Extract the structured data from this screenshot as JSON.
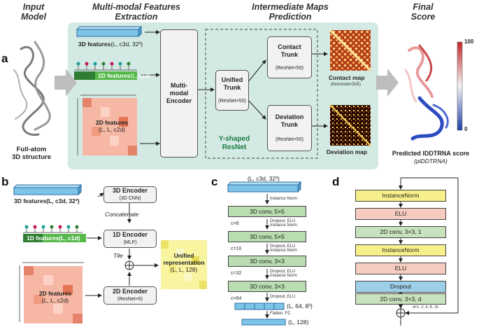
{
  "panels": {
    "a": "a",
    "b": "b",
    "c": "c",
    "d": "d"
  },
  "a": {
    "headers": {
      "input_model": [
        "Input",
        "Model"
      ],
      "features": [
        "Multi-modal Features",
        "Extraction"
      ],
      "maps": [
        "Intermediate Maps",
        "Prediction"
      ],
      "final": [
        "Final",
        "Score"
      ]
    },
    "input_caption": [
      "Full-atom",
      "3D structure"
    ],
    "feat3d": "3D features",
    "feat3d_dims": "(L, c3d, 32³)",
    "feat1d": "1D features",
    "feat1d_dims": "(L, c1d)",
    "feat2d": "2D features",
    "feat2d_dims": "(L, L, c2d)",
    "encoder": [
      "Multi-",
      "modal",
      "Encoder"
    ],
    "unified_trunk": [
      "Unified",
      "Trunk"
    ],
    "unified_sub": "(ResNet×50)",
    "contact_trunk": [
      "Contact",
      "Trunk"
    ],
    "contact_sub": "(ResNet×50)",
    "deviation_trunk": [
      "Deviation",
      "Trunk"
    ],
    "deviation_sub": "(ResNet×50)",
    "yshape": [
      "Y-shaped",
      "ResNet"
    ],
    "contact_map": "Contact map",
    "contact_thresh": "(threshold=30Å)",
    "deviation_map": "Deviation map",
    "colorbar_max": "100",
    "colorbar_min": "0",
    "score_caption": "Predicted lDDTRNA score",
    "score_sub": "(plDDTRNA)"
  },
  "b": {
    "feat3d": "3D features(L, c3d, 32³)",
    "enc3d": "3D Encoder",
    "enc3d_sub": "(3D CNN)",
    "concat": "Concatenate",
    "feat1d": "1D features(L, c1d)",
    "enc1d": "1D Encoder",
    "enc1d_sub": "(MLP)",
    "tile": "Tile",
    "unified": [
      "Unified",
      "representation",
      "(L, L, 128)"
    ],
    "feat2d": [
      "2D features",
      "(L, L, c2d)"
    ],
    "enc2d": "2D Encoder",
    "enc2d_sub": "(ResNet×6)"
  },
  "c": {
    "input_dims": "(L, c3d, 32³)",
    "instance_norm": "Instance Norm",
    "layers": [
      "3D conv, 5×5",
      "3D conv, 5×5",
      "3D conv, 3×3",
      "3D conv, 3×3"
    ],
    "channels": [
      "c=8",
      "c=16",
      "c=32",
      "c=64"
    ],
    "between": [
      "Dropout, ELU Instance Norm",
      "Dropout, ELU Instance Norm",
      "Dropout, ELU Instance Norm",
      "Dropout, ELU"
    ],
    "out_dims": "(L, 64, 8³)",
    "flatten": "Flatten, FC",
    "final_dims": "(L, 128)"
  },
  "d": {
    "layers": [
      "InstanceNorm",
      "ELU",
      "2D conv, 3×3, 1",
      "InstanceNorm",
      "ELU",
      "Dropout",
      "2D conv, 3×3, d"
    ],
    "dilations": "d=1, 2, 4, 8, 16"
  }
}
